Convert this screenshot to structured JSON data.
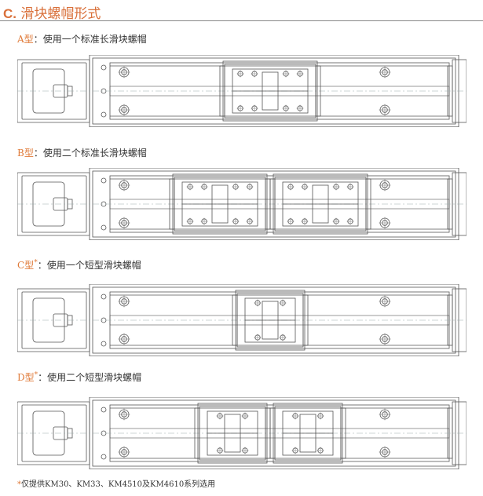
{
  "header": {
    "letter": "C.",
    "title": "滑块螺帽形式"
  },
  "sections": [
    {
      "code": "A型",
      "star": "",
      "colon": "：",
      "desc": "使用一个标准长滑块螺帽",
      "blocks": 1,
      "short": false
    },
    {
      "code": "B型",
      "star": "",
      "colon": "：",
      "desc": "使用二个标准长滑块螺帽",
      "blocks": 2,
      "short": false
    },
    {
      "code": "C型",
      "star": "*",
      "colon": "：",
      "desc": "使用一个短型滑块螺帽",
      "blocks": 1,
      "short": true
    },
    {
      "code": "D型",
      "star": "*",
      "colon": "：",
      "desc": "使用二个短型滑块螺帽",
      "blocks": 2,
      "short": true
    }
  ],
  "footnote": {
    "star": "*",
    "text": "仅提供KM30、KM33、KM4510及KM4610系列选用"
  },
  "colors": {
    "accent": "#e07b3a",
    "line": "#555555",
    "centerline": "#9aa"
  }
}
